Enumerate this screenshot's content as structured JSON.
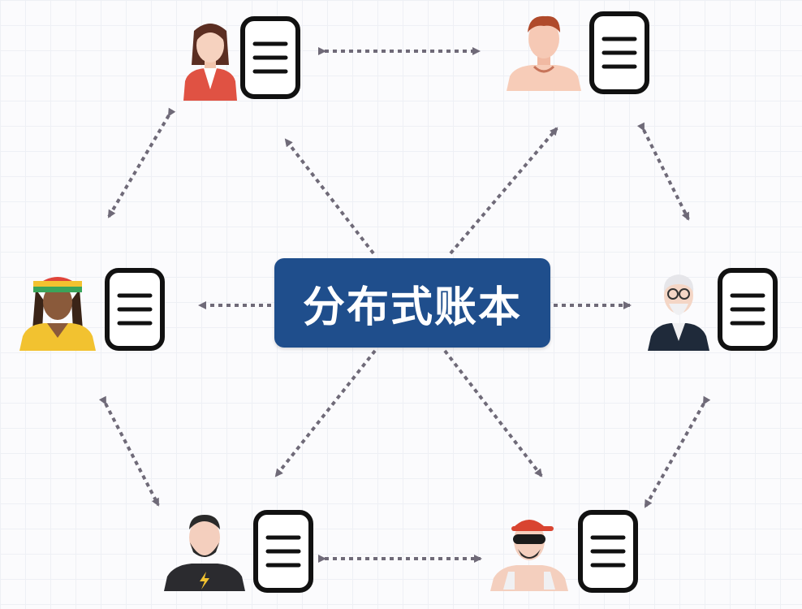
{
  "diagram": {
    "center_label": "分布式账本",
    "nodes": [
      {
        "id": "top-left",
        "person": "woman-icon"
      },
      {
        "id": "top-right",
        "person": "man-icon"
      },
      {
        "id": "middle-left",
        "person": "rasta-man-icon"
      },
      {
        "id": "middle-right",
        "person": "old-man-icon"
      },
      {
        "id": "bottom-left",
        "person": "bearded-man-icon"
      },
      {
        "id": "bottom-right",
        "person": "cap-man-icon"
      }
    ],
    "colors": {
      "center_box": "#1f4e8c",
      "arrow": "#6f6a78",
      "ledger_stroke": "#111111"
    }
  }
}
